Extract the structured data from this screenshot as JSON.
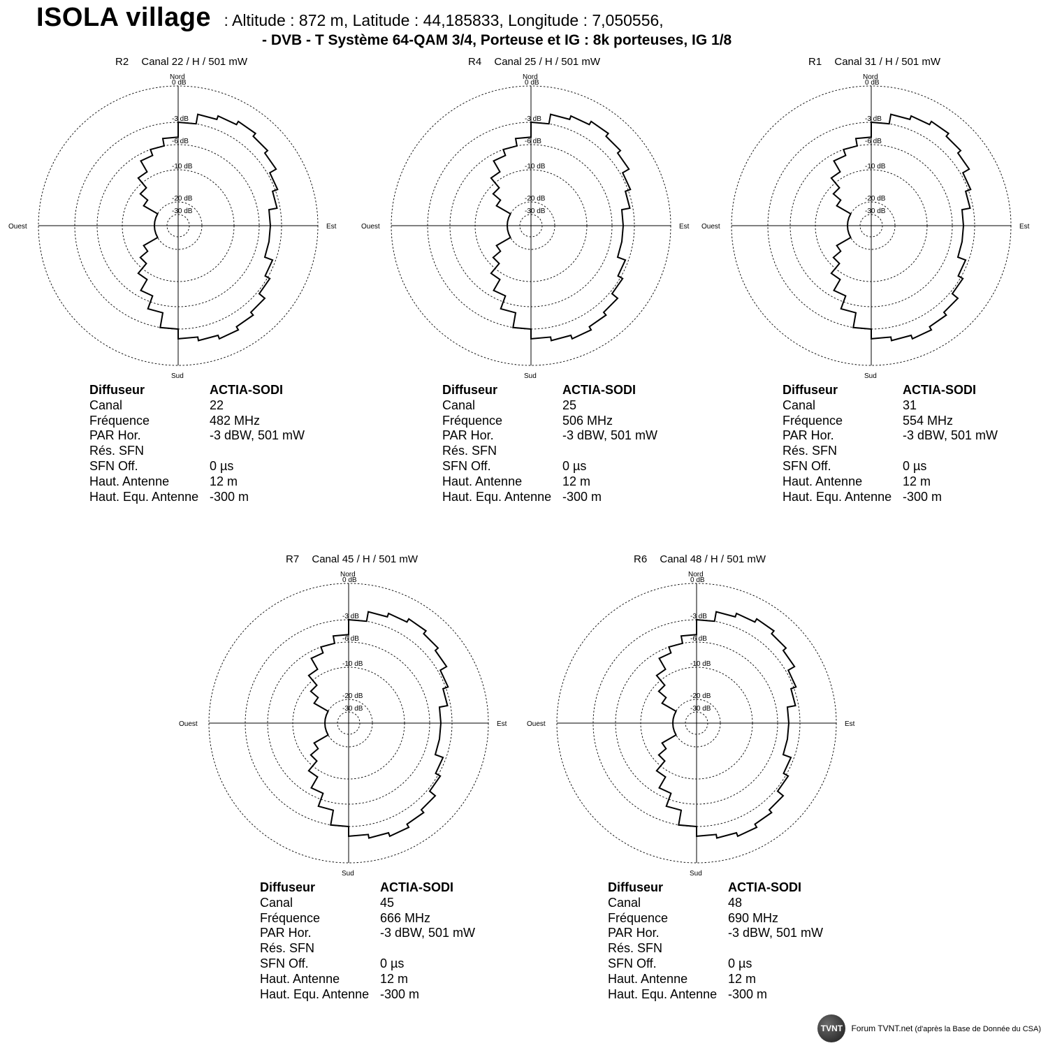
{
  "header": {
    "site": "ISOLA village",
    "coords": ": Altitude : 872 m, Latitude : 44,185833, Longitude : 7,050556,",
    "system": "- DVB - T    Système 64-QAM 3/4,  Porteuse et IG : 8k porteuses, IG 1/8"
  },
  "info_labels": [
    "Diffuseur",
    "Canal",
    "Fréquence",
    "PAR Hor.",
    "Rés. SFN",
    "SFN Off.",
    "Haut. Antenne",
    "Haut. Equ. Antenne"
  ],
  "panels": [
    {
      "id": "R2",
      "heading": "Canal 22 / H / 501 mW",
      "info": [
        "ACTIA-SODI",
        "22",
        "482 MHz",
        "-3 dBW, 501 mW",
        "",
        "0 µs",
        "12 m",
        "-300 m"
      ]
    },
    {
      "id": "R4",
      "heading": "Canal 25 / H / 501 mW",
      "info": [
        "ACTIA-SODI",
        "25",
        "506 MHz",
        "-3 dBW, 501 mW",
        "",
        "0 µs",
        "12 m",
        "-300 m"
      ]
    },
    {
      "id": "R1",
      "heading": "Canal 31 / H / 501 mW",
      "info": [
        "ACTIA-SODI",
        "31",
        " 554 MHz",
        "-3 dBW, 501 mW",
        "",
        "0 µs",
        "12 m",
        "-300 m"
      ]
    },
    {
      "id": "R7",
      "heading": "Canal 45 / H / 501 mW",
      "info": [
        "ACTIA-SODI",
        "45",
        "666 MHz",
        "-3 dBW, 501 mW",
        "",
        "0 µs",
        "12 m",
        "-300 m"
      ]
    },
    {
      "id": "R6",
      "heading": "Canal 48 / H / 501 mW",
      "info": [
        "ACTIA-SODI",
        "48",
        "690 MHz",
        "-3 dBW, 501 mW",
        "",
        "0 µs",
        "12 m",
        "-300 m"
      ]
    }
  ],
  "footer": {
    "logo_text": "TVNT",
    "source_main": "Forum TVNT.net",
    "source_note": "(d'après la Base de Donnée du CSA)"
  },
  "chart_data": {
    "type": "polar",
    "compass": {
      "north": "Nord",
      "east": "Est",
      "south": "Sud",
      "west": "Ouest"
    },
    "rings_db": [
      0,
      -3,
      -6,
      -10,
      -20,
      -30
    ],
    "ring_labels": [
      "0 dB",
      "-3 dB",
      "-6 dB",
      "-10 dB",
      "-20 dB",
      "-30 dB"
    ],
    "azimuth_step_deg": 10,
    "series": [
      {
        "attenuation_db": [
          -3,
          -2.2,
          -1.9,
          -1.6,
          -1.9,
          -2.2,
          -2.8,
          -3.4,
          -4.5,
          -4.5,
          -4.5,
          -3.4,
          -2.8,
          -2.2,
          -1.9,
          -1.6,
          -1.9,
          -2.2,
          -3,
          -5,
          -7,
          -9,
          -12,
          -15,
          -20,
          -20,
          -20,
          -20,
          -20,
          -20,
          -15,
          -12,
          -9,
          -7,
          -6,
          -5
        ]
      },
      {
        "attenuation_db": [
          -3,
          -2.2,
          -1.9,
          -1.6,
          -1.9,
          -2.2,
          -2.8,
          -3.4,
          -4.5,
          -4.5,
          -4.5,
          -3.4,
          -2.8,
          -2.2,
          -1.9,
          -1.6,
          -1.9,
          -2.2,
          -3,
          -5,
          -7,
          -9,
          -12,
          -15,
          -20,
          -20,
          -20,
          -20,
          -20,
          -20,
          -15,
          -12,
          -9,
          -7,
          -6,
          -5
        ]
      },
      {
        "attenuation_db": [
          -3,
          -2.2,
          -1.9,
          -1.6,
          -1.9,
          -2.2,
          -2.8,
          -3.4,
          -4.5,
          -4.5,
          -4.5,
          -3.4,
          -2.8,
          -2.2,
          -1.9,
          -1.6,
          -1.9,
          -2.2,
          -3,
          -5,
          -7,
          -9,
          -12,
          -15,
          -20,
          -20,
          -20,
          -20,
          -20,
          -20,
          -15,
          -12,
          -9,
          -7,
          -6,
          -5
        ]
      },
      {
        "attenuation_db": [
          -3,
          -2.2,
          -1.9,
          -1.6,
          -1.9,
          -2.2,
          -2.8,
          -3.4,
          -4.5,
          -4.5,
          -4.5,
          -3.4,
          -2.8,
          -2.2,
          -1.9,
          -1.6,
          -1.9,
          -2.2,
          -3,
          -5,
          -7,
          -9,
          -12,
          -15,
          -20,
          -20,
          -20,
          -20,
          -20,
          -20,
          -15,
          -12,
          -9,
          -7,
          -6,
          -5
        ]
      },
      {
        "attenuation_db": [
          -3,
          -2.2,
          -1.9,
          -1.6,
          -1.9,
          -2.2,
          -2.8,
          -3.4,
          -4.5,
          -4.5,
          -4.5,
          -3.4,
          -2.8,
          -2.2,
          -1.9,
          -1.6,
          -1.9,
          -2.2,
          -3,
          -5,
          -7,
          -9,
          -12,
          -15,
          -20,
          -20,
          -20,
          -20,
          -20,
          -20,
          -15,
          -12,
          -9,
          -7,
          -6,
          -5
        ]
      }
    ]
  }
}
